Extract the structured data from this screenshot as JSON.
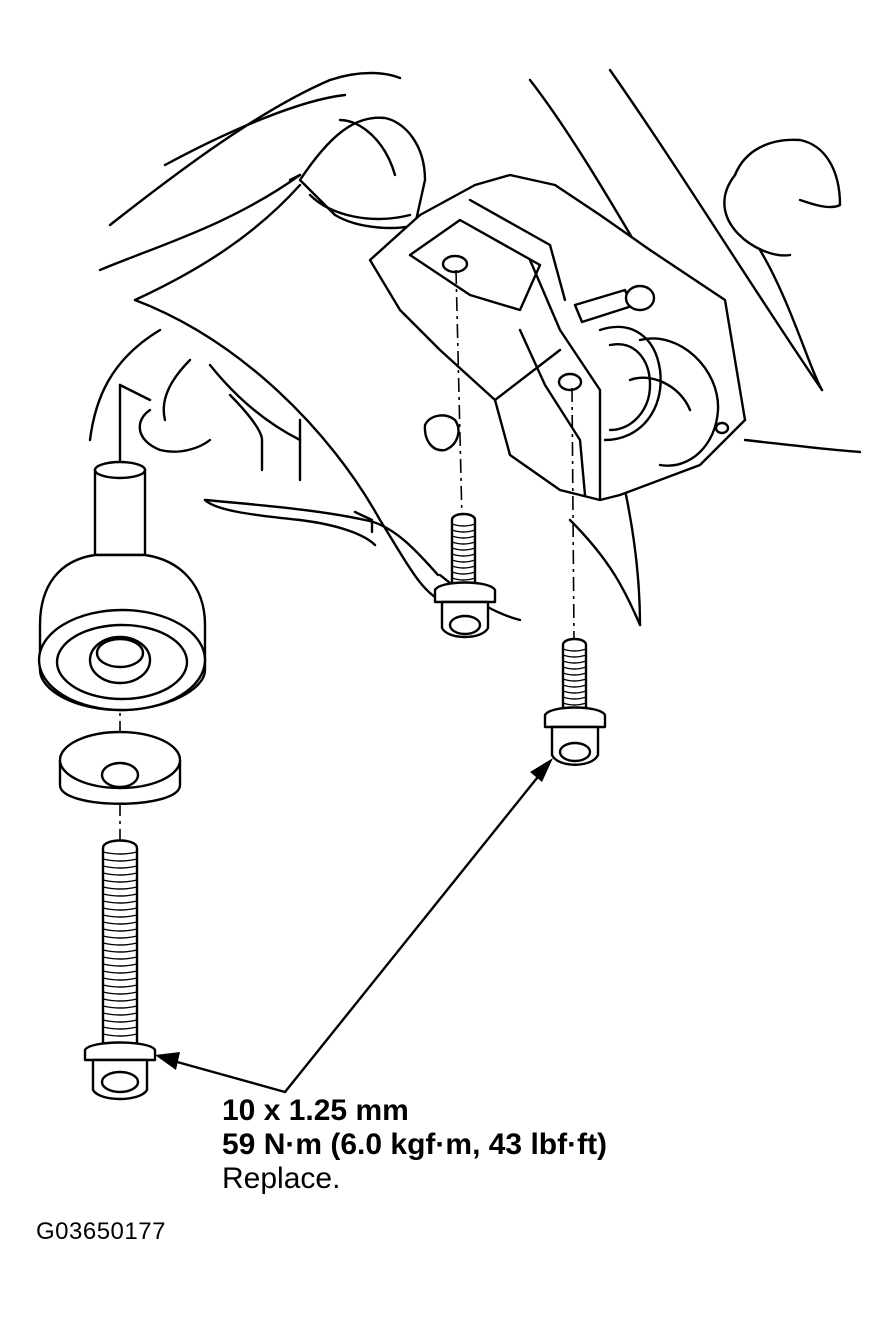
{
  "callout": {
    "size": "10 x 1.25 mm",
    "torque": "59 N·m (6.0 kgf·m, 43 lbf·ft)",
    "note": "Replace."
  },
  "figure_id": "G03650177",
  "colors": {
    "ink": "#000000",
    "paper": "#ffffff"
  },
  "parts": [
    "engine-mount-bracket-icon",
    "mount-bushing-icon",
    "washer-icon",
    "long-flange-bolt-icon",
    "upper-flange-bolt-icon",
    "lower-flange-bolt-icon",
    "callout-arrow-icon"
  ]
}
